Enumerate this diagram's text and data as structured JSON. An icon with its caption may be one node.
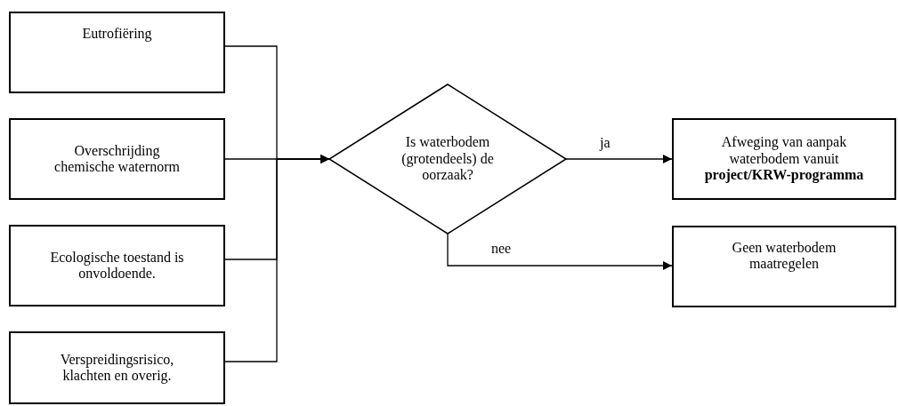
{
  "diagram": {
    "nodes": [
      {
        "text": [
          "Eutrofiëring"
        ]
      },
      {
        "text": [
          "Overschrijding chemische waternorm"
        ]
      },
      {
        "text": [
          "Ecologische toestand is onvoldoende."
        ]
      },
      {
        "text": [
          "Verspreidingsrisico, klachten en overig."
        ]
      },
      {
        "text": [
          "Is waterbodem (grotendeels) de oorzaak?"
        ]
      },
      {
        "text": [
          "Afweging van aanpak waterbodem vanuit **project/KRW-programma**"
        ]
      },
      {
        "text": [
          "Geen waterbodem maatregelen"
        ]
      }
    ],
    "edges": [
      {
        "from": 0,
        "to": 4,
        "arrow": "to"
      },
      {
        "from": 1,
        "to": 4,
        "arrow": "to"
      },
      {
        "from": 2,
        "to": 4,
        "arrow": "to"
      },
      {
        "from": 3,
        "to": 4,
        "arrow": "to"
      },
      {
        "from": 4,
        "to": 5,
        "arrow": "to",
        "label": "ja"
      },
      {
        "from": 4,
        "to": 6,
        "arrow": "to",
        "label": "nee"
      }
    ]
  }
}
